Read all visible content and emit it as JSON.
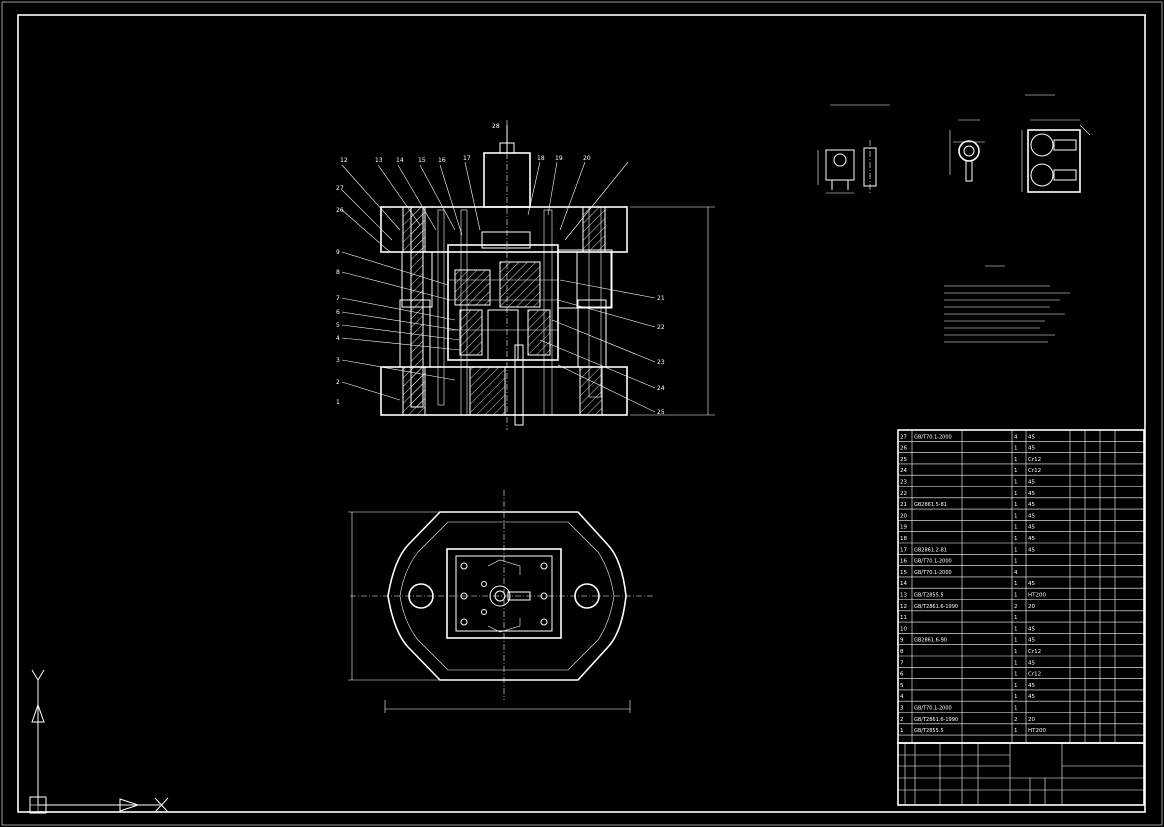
{
  "colors": {
    "background": "#000000",
    "lines": "#ffffff"
  },
  "section_view": {
    "callouts_left": [
      "12",
      "13",
      "14",
      "15",
      "16",
      "17",
      "18",
      "19",
      "20"
    ],
    "callouts_left_side": [
      "27",
      "26",
      "9",
      "8",
      "7",
      "6",
      "5",
      "4",
      "3",
      "2",
      "1"
    ],
    "callouts_right": [
      "21",
      "22",
      "23",
      "24",
      "25"
    ],
    "top_label": "28"
  },
  "parts_table": {
    "rows": [
      [
        "27",
        "GB/T70.1-2000",
        "",
        "4",
        "45"
      ],
      [
        "26",
        "",
        "",
        "1",
        "45"
      ],
      [
        "25",
        "",
        "",
        "1",
        "Cr12"
      ],
      [
        "24",
        "",
        "",
        "1",
        "Cr12"
      ],
      [
        "23",
        "",
        "",
        "1",
        "45"
      ],
      [
        "22",
        "",
        "",
        "1",
        "45"
      ],
      [
        "21",
        "GB2861.5-81",
        "",
        "1",
        "45"
      ],
      [
        "20",
        "",
        "",
        "1",
        "45"
      ],
      [
        "19",
        "",
        "",
        "1",
        "45"
      ],
      [
        "18",
        "",
        "",
        "1",
        "45"
      ],
      [
        "17",
        "GB2861.2-81",
        "",
        "1",
        "45"
      ],
      [
        "16",
        "GB/T70.1-2000",
        "",
        "1",
        ""
      ],
      [
        "15",
        "GB/T70.1-2000",
        "",
        "4",
        ""
      ],
      [
        "14",
        "",
        "",
        "1",
        "45"
      ],
      [
        "13",
        "GB/T2855.5",
        "",
        "1",
        "HT200"
      ],
      [
        "12",
        "GB/T2861.6-1990",
        "",
        "2",
        "20"
      ],
      [
        "11",
        "",
        "",
        "1",
        ""
      ],
      [
        "10",
        "",
        "",
        "1",
        "45"
      ],
      [
        "9",
        "GB2861.6-90",
        "",
        "1",
        "45"
      ],
      [
        "8",
        "",
        "",
        "1",
        "Cr12"
      ],
      [
        "7",
        "",
        "",
        "1",
        "45"
      ],
      [
        "6",
        "",
        "",
        "1",
        "Cr12"
      ],
      [
        "5",
        "",
        "",
        "1",
        "45"
      ],
      [
        "4",
        "",
        "",
        "1",
        "45"
      ],
      [
        "3",
        "GB/T70.1-2000",
        "",
        "1",
        ""
      ],
      [
        "2",
        "GB/T2861.6-1990",
        "",
        "2",
        "20"
      ],
      [
        "1",
        "GB/T2855.5",
        "",
        "1",
        "HT200"
      ]
    ]
  }
}
